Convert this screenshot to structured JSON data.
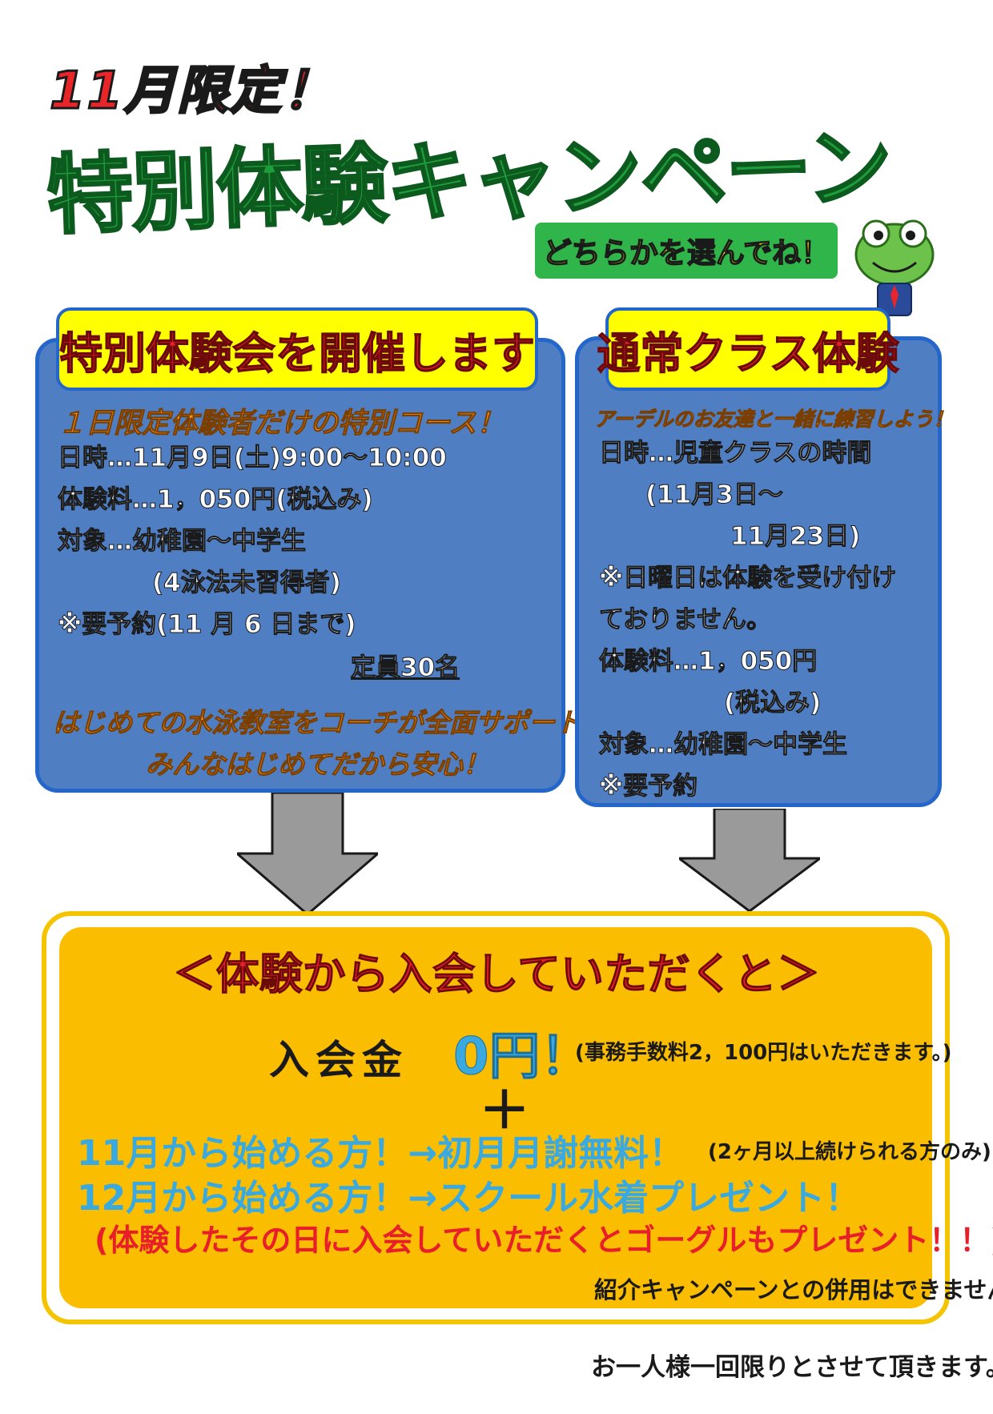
{
  "header": {
    "limited": "11月限定！",
    "title": "特別体験キャンペーン",
    "choose": "どちらかを選んでね！"
  },
  "left_panel": {
    "tab": "特別体験会を開催します",
    "subhead": "１日限定体験者だけの特別コース！",
    "lines": [
      "日時…11月9日(土)9:00～10:00",
      "体験料…1，050円(税込み)",
      "対象…幼稚園～中学生",
      "(4泳法未習得者)",
      "※要予約(11 月 6 日まで)"
    ],
    "capacity": "定員30名",
    "closing": [
      "はじめての水泳教室をコーチが全面サポート！",
      "みんなはじめてだから安心！"
    ]
  },
  "right_panel": {
    "tab": "通常クラス体験",
    "subhead": "アーデルのお友達と一緒に練習しよう！",
    "lines": [
      "日時…児童クラスの時間",
      "(11月3日～",
      "11月23日)",
      "※日曜日は体験を受け付け",
      "ておりません。",
      "体験料…1，050円",
      "(税込み)",
      "対象…幼稚園～中学生",
      "※要予約"
    ]
  },
  "bottom": {
    "title": "＜体験から入会していただくと＞",
    "fee_label": "入会金",
    "fee_value": "0円！",
    "fee_note": "(事務手数料2，100円はいただきます。)",
    "plus": "＋",
    "offer1": "11月から始める方！→初月月謝無料！",
    "offer1_note": "(2ヶ月以上続けられる方のみ)",
    "offer2": "12月から始める方！→スクール水着プレゼント！",
    "offer3": "(体験したその日に入会していただくとゴーグルもプレゼント！！)",
    "no_combine": "紹介キャンペーンとの併用はできません。"
  },
  "footer": {
    "once": "お一人様一回限りとさせて頂きます。"
  },
  "icons": {
    "mascot": "frog-mascot-icon",
    "arrow": "down-arrow-icon"
  },
  "colors": {
    "title_green": "#1f9c3c",
    "limited_red": "#e81e2a",
    "panel_blue": "#4f7ec2",
    "tab_yellow": "#ffff00",
    "offer_orange": "#fbbd00",
    "offer_blue": "#39a9e0"
  }
}
